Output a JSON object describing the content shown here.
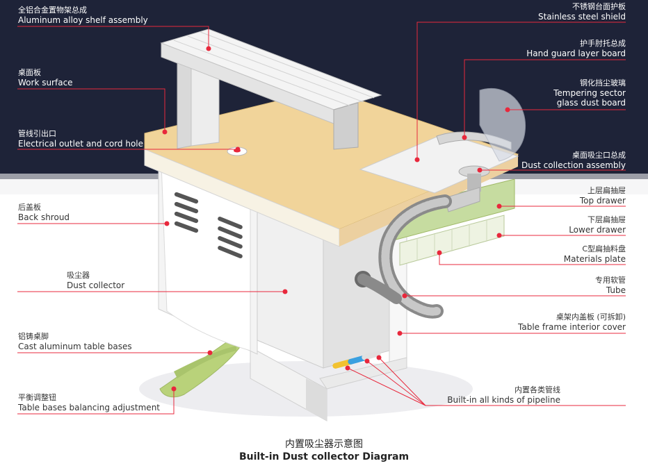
{
  "caption": {
    "cn": "内置吸尘器示意图",
    "en": "Built-in Dust collector Diagram"
  },
  "colors": {
    "top_bg": "#1e2338",
    "bottom_bg": "#ffffff",
    "leader_line": "#e8283c",
    "dot": "#e8283c",
    "wood": "#f1d49a",
    "green": "#b9d27a"
  },
  "labels_left": [
    {
      "cn": "全铝合金置物架总成",
      "en": "Aluminum alloy shelf assembly"
    },
    {
      "cn": "桌面板",
      "en": "Work surface"
    },
    {
      "cn": "管线引出口",
      "en": "Electrical outlet and cord hole"
    },
    {
      "cn": "后盖板",
      "en": "Back shroud"
    },
    {
      "cn": "吸尘器",
      "en": "Dust collector"
    },
    {
      "cn": "铝铸桌脚",
      "en": "Cast aluminum table bases"
    },
    {
      "cn": "平衡调整钮",
      "en": "Table bases balancing adjustment"
    }
  ],
  "labels_right": [
    {
      "cn": "不锈钢台面护板",
      "en": "Stainless steel shield"
    },
    {
      "cn": "护手肘托总成",
      "en": "Hand guard layer board"
    },
    {
      "cn": "钢化挡尘玻璃",
      "en": "Tempering sector glass dust board"
    },
    {
      "cn": "桌面吸尘口总成",
      "en": "Dust collection assembly"
    },
    {
      "cn": "上层扁抽屉",
      "en": "Top drawer"
    },
    {
      "cn": "下层扁抽屉",
      "en": "Lower drawer"
    },
    {
      "cn": "C型扁抽料盘",
      "en": "Materials plate"
    },
    {
      "cn": "专用软管",
      "en": "Tube"
    },
    {
      "cn": "桌架内盖板 (可拆卸)",
      "en": "Table frame interior cover"
    },
    {
      "cn": "内置各类管线",
      "en": "Built-in all kinds of pipeline"
    }
  ]
}
